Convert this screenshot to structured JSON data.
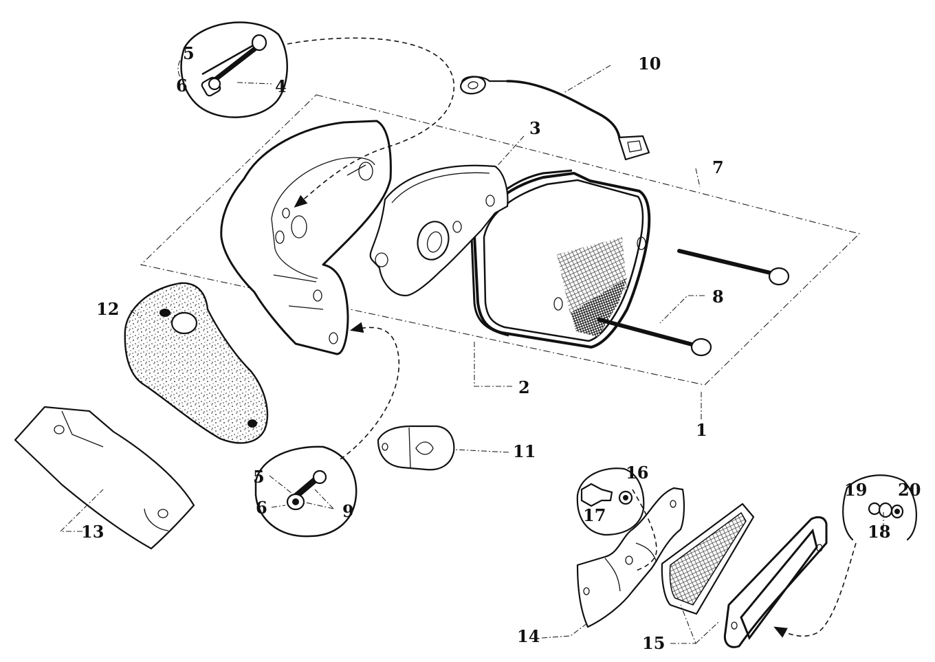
{
  "labels": {
    "l1": "1",
    "l2": "2",
    "l3": "3",
    "l4": "4",
    "l5a": "5",
    "l5b": "5",
    "l6a": "6",
    "l6b": "6",
    "l7": "7",
    "l8": "8",
    "l9": "9",
    "l10": "10",
    "l11": "11",
    "l12": "12",
    "l13": "13",
    "l14": "14",
    "l15": "15",
    "l16": "16",
    "l17": "17",
    "l18": "18",
    "l19": "19",
    "l20": "20"
  },
  "colors": {
    "ink": "#111111",
    "paper": "#ffffff"
  }
}
